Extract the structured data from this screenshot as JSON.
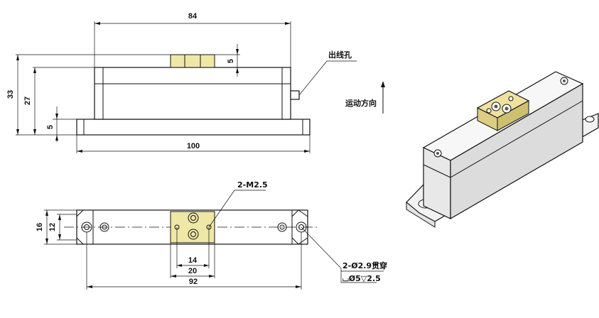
{
  "front_view": {
    "dim_overall_top": "84",
    "dim_overall_bottom": "100",
    "dim_height_total": "33",
    "dim_height_body": "27",
    "dim_base": "5",
    "dim_slider": "5",
    "label_outlet": "出线孔",
    "label_motion": "运动方向"
  },
  "top_view": {
    "dim_width_outer": "16",
    "dim_width_inner": "12",
    "dim_hole_pitch_small": "14",
    "dim_slider_width": "20",
    "dim_base_pitch": "92",
    "callout_thread": "2-M2.5",
    "callout_through_line1": "2-Ø2.9贯穿",
    "callout_through_line2": "⌴Ø5▽2.5"
  },
  "colors": {
    "line": "#111111",
    "slider_fill": "#efe7a6",
    "iso_body": "#f4f4f4",
    "iso_slider": "#efe2a0"
  }
}
